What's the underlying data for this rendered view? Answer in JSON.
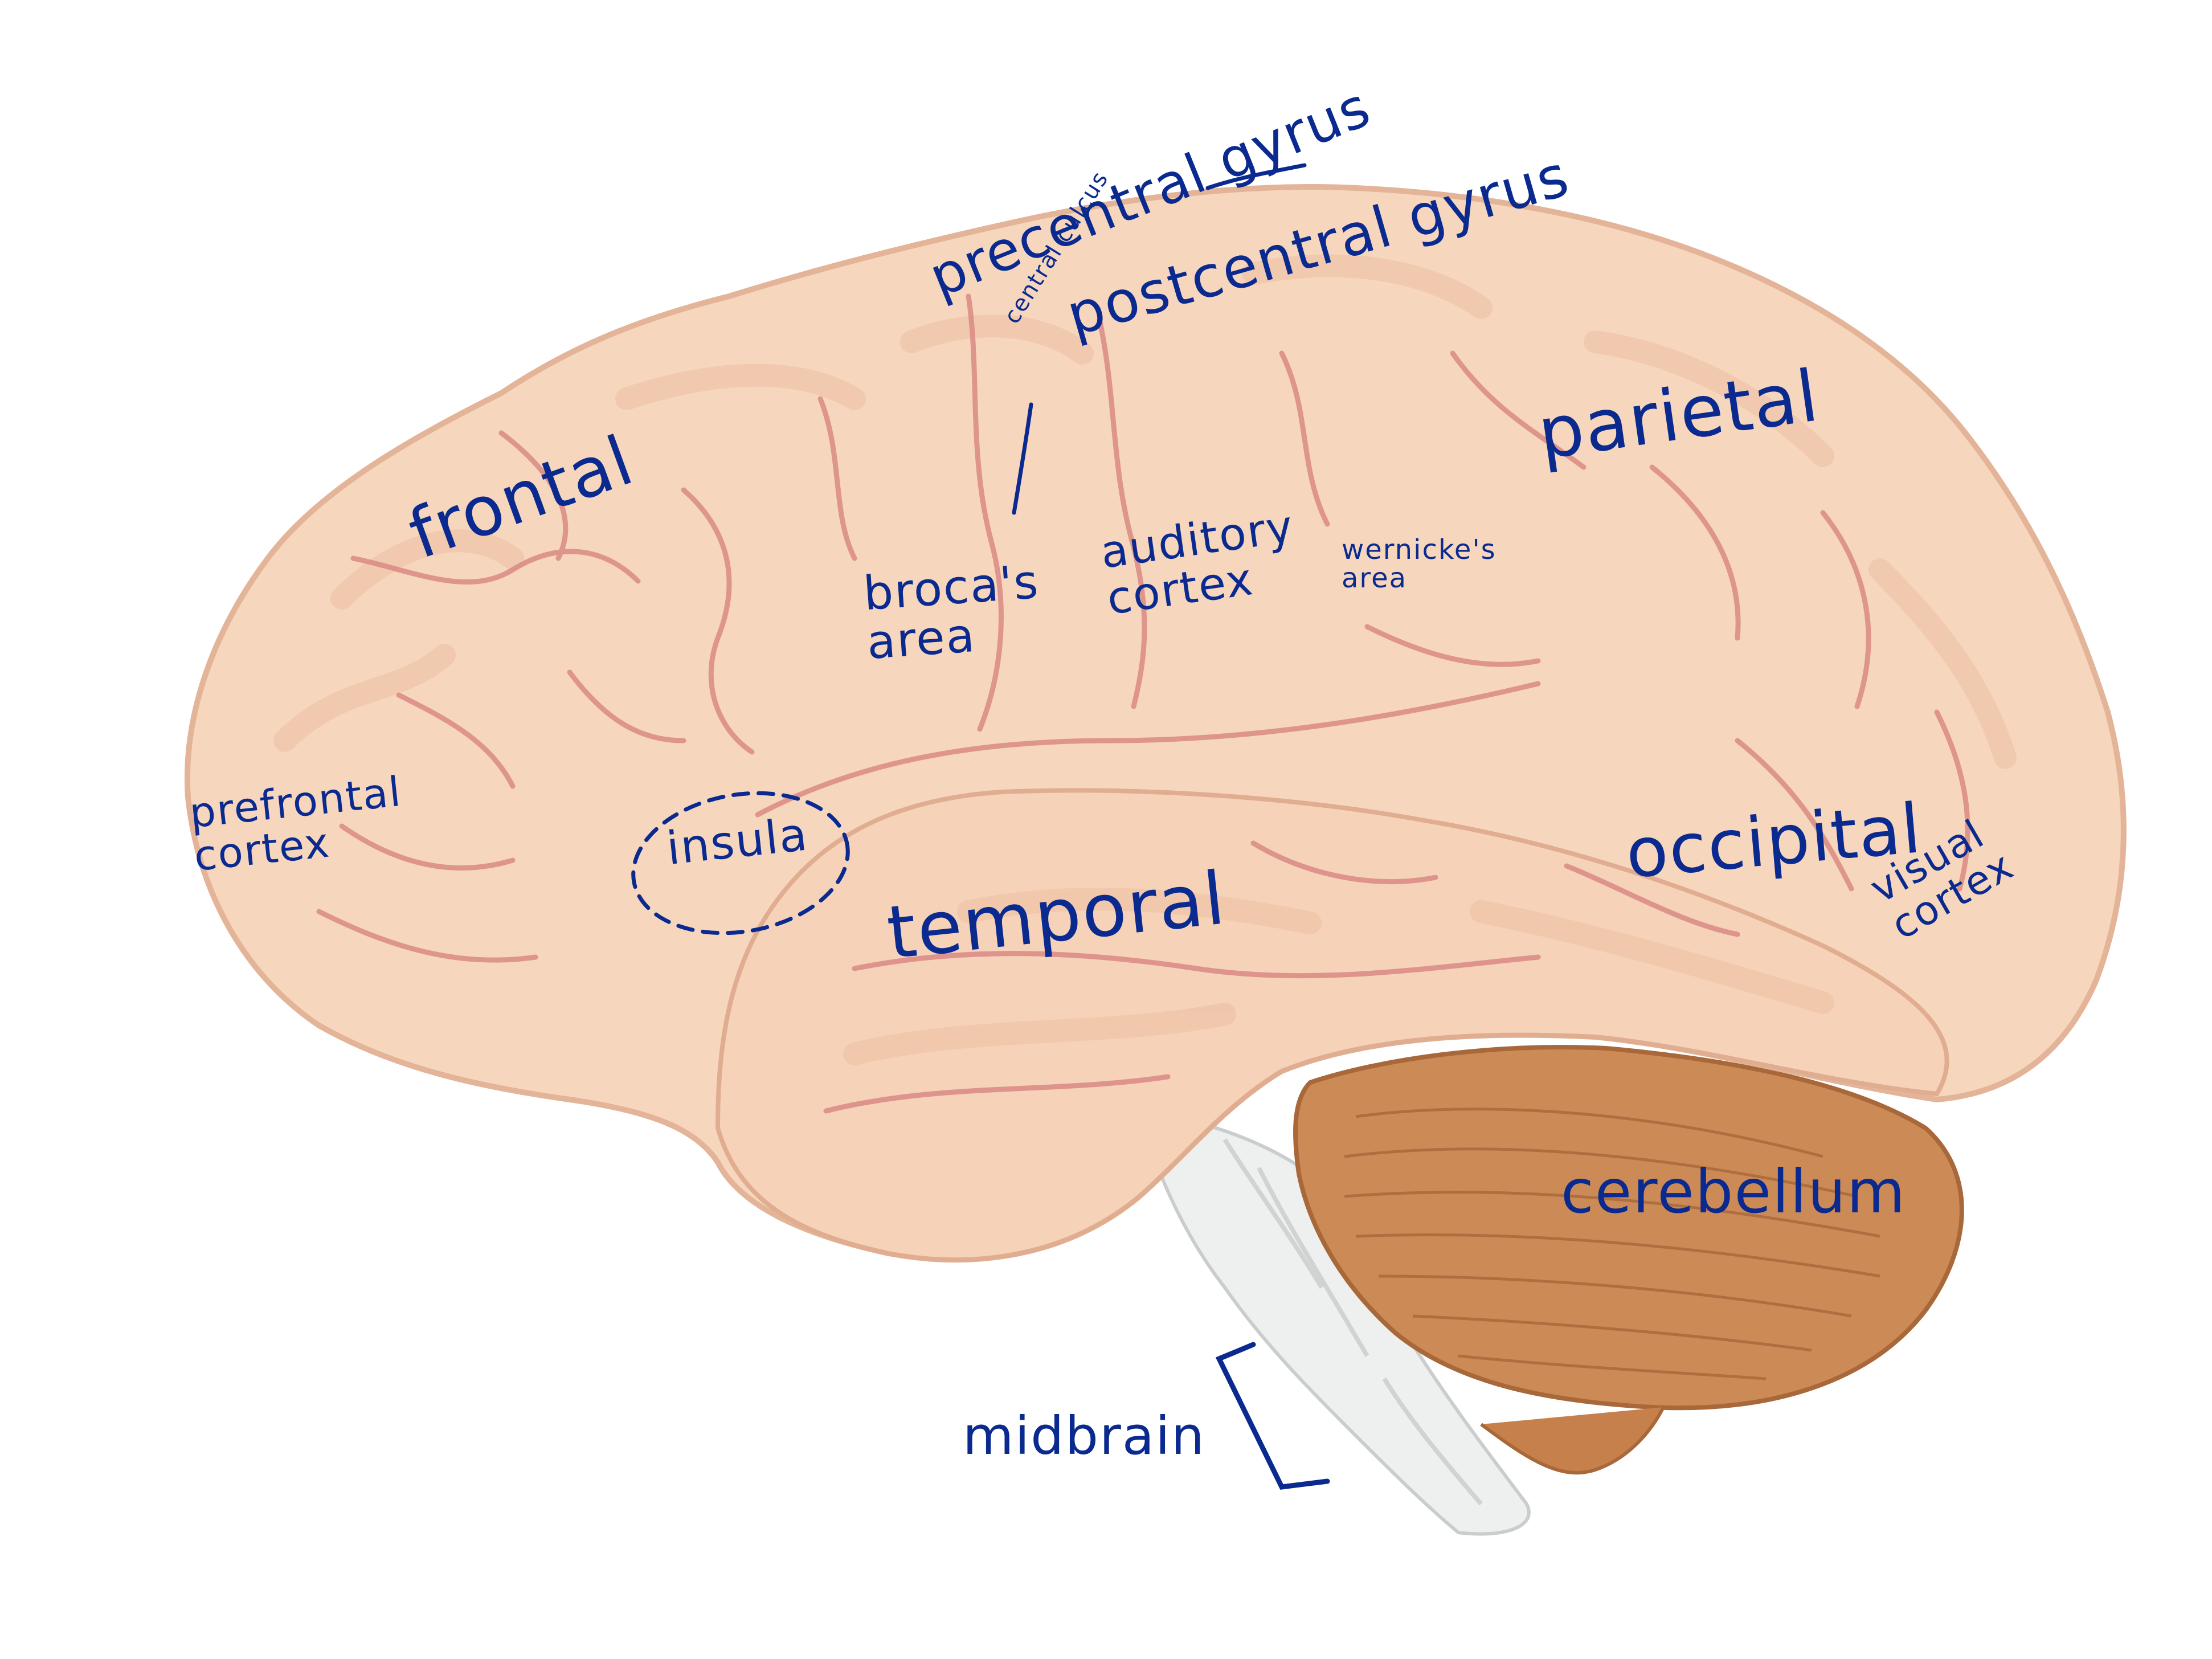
{
  "colors": {
    "ink": "#0a2a8f",
    "cerebrum": "#f7d6be",
    "cerebrum_shadow": "#e9b89c",
    "sulcus": "#d98a84",
    "cerebellum": "#cc8a56",
    "cerebellum_shadow": "#a8683a",
    "brainstem": "#ecefee"
  },
  "labels": {
    "precentral": "precentral gyrus",
    "central_sulcus": "central culcus",
    "postcentral": "postcentral gyrus",
    "frontal": "frontal",
    "parietal": "parietal",
    "broca": "broca's\narea",
    "auditory": "auditory\ncortex",
    "wernicke": "wernicke's\narea",
    "prefrontal": "prefrontal\ncortex",
    "insula": "insula",
    "temporal": "temporal",
    "occipital": "occipital",
    "visual": "visual\ncortex",
    "cerebellum": "cerebellum",
    "midbrain": "midbrain"
  }
}
